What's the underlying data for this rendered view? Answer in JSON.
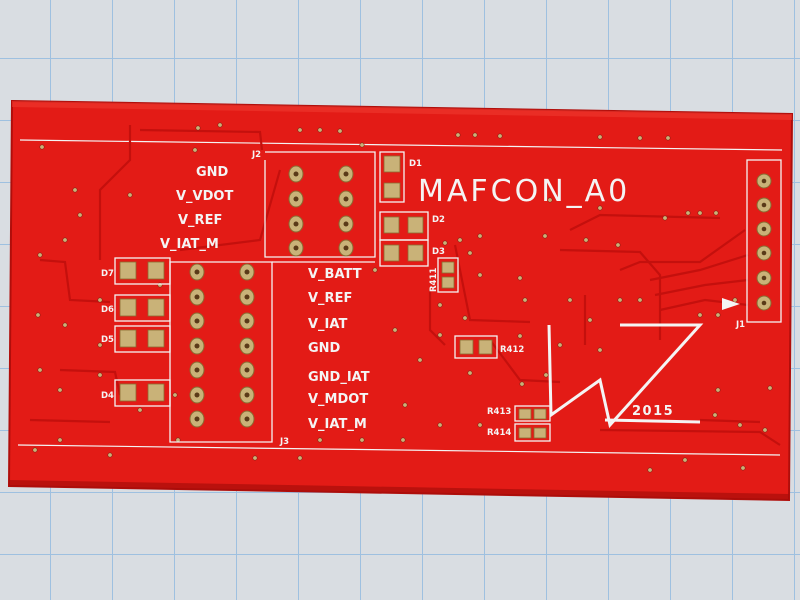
{
  "board": {
    "title": "MAFCON_A0",
    "year": "2015",
    "colors": {
      "board": "#e31b16",
      "board_dark": "#c4100d",
      "silk": "#f4f4f4",
      "copper": "#c9b278",
      "mat": "#d9dde2",
      "grid": "#9ec0e0"
    }
  },
  "connectors": {
    "j1": "J1",
    "j2": "J2",
    "j3": "J3"
  },
  "j2_labels": [
    "GND",
    "V_VDOT",
    "V_REF",
    "V_IAT_M"
  ],
  "j3_labels": [
    "V_BATT",
    "V_REF",
    "V_IAT",
    "GND",
    "GND_IAT",
    "V_MDOT",
    "V_IAT_M"
  ],
  "refdes": {
    "d1": "D1",
    "d2": "D2",
    "d3": "D3",
    "d4": "D4",
    "d5": "D5",
    "d6": "D6",
    "d7": "D7",
    "r411": "R411",
    "r412": "R412",
    "r413": "R413",
    "r414": "R414"
  }
}
